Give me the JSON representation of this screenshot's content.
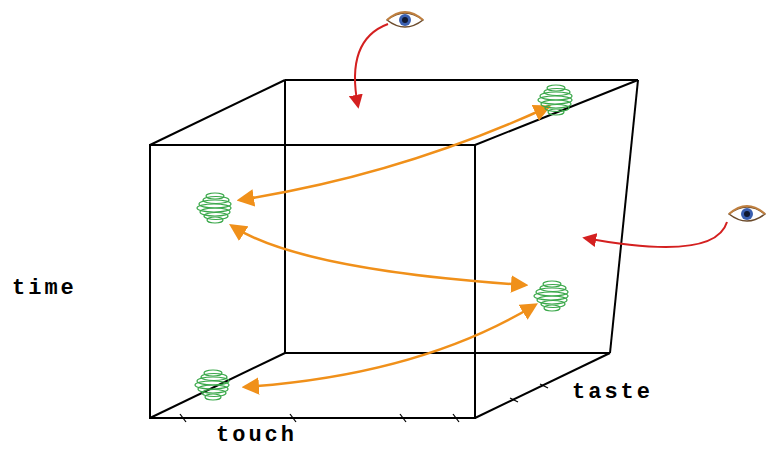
{
  "diagram": {
    "labels": [
      "time",
      "touch",
      "taste"
    ]
  }
}
